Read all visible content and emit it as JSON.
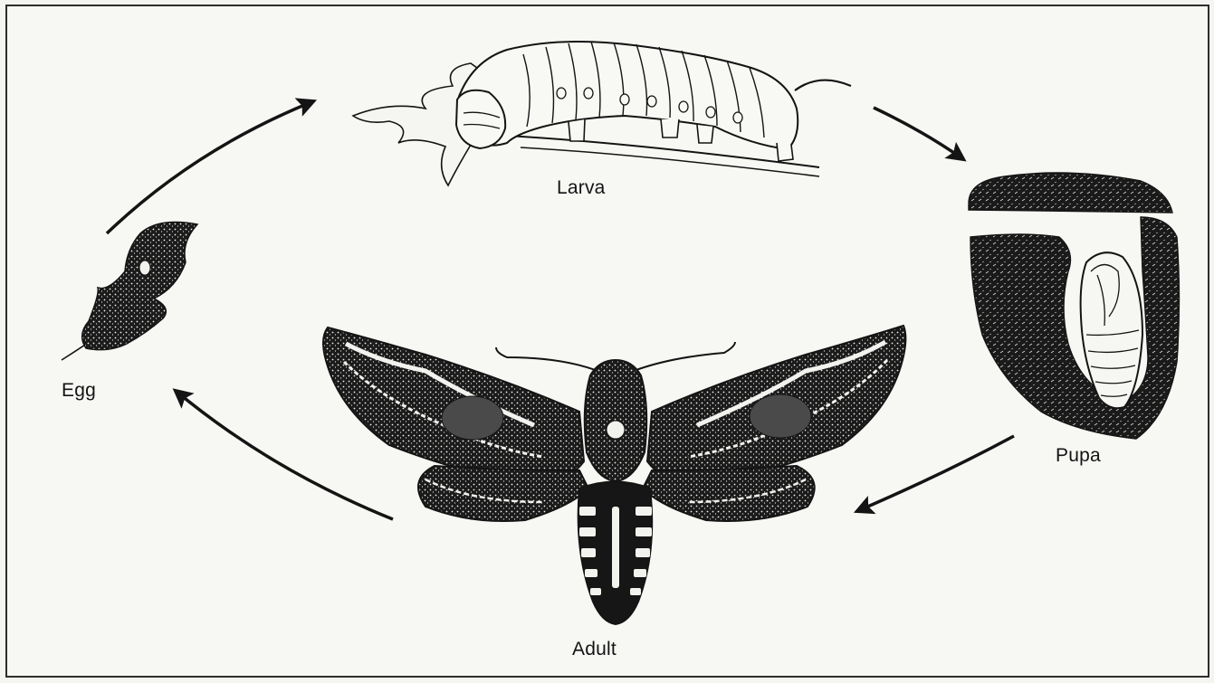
{
  "diagram": {
    "stages": [
      {
        "id": "egg",
        "label": "Egg",
        "icon": "egg-on-leaf-icon"
      },
      {
        "id": "larva",
        "label": "Larva",
        "icon": "caterpillar-icon"
      },
      {
        "id": "pupa",
        "label": "Pupa",
        "icon": "pupa-in-soil-icon"
      },
      {
        "id": "adult",
        "label": "Adult",
        "icon": "hawk-moth-icon"
      }
    ],
    "cycle": [
      "egg",
      "larva",
      "pupa",
      "adult",
      "egg"
    ],
    "colors": {
      "ink": "#141414",
      "paper": "#f7f7f4",
      "frame": "#2d2d2d"
    }
  }
}
